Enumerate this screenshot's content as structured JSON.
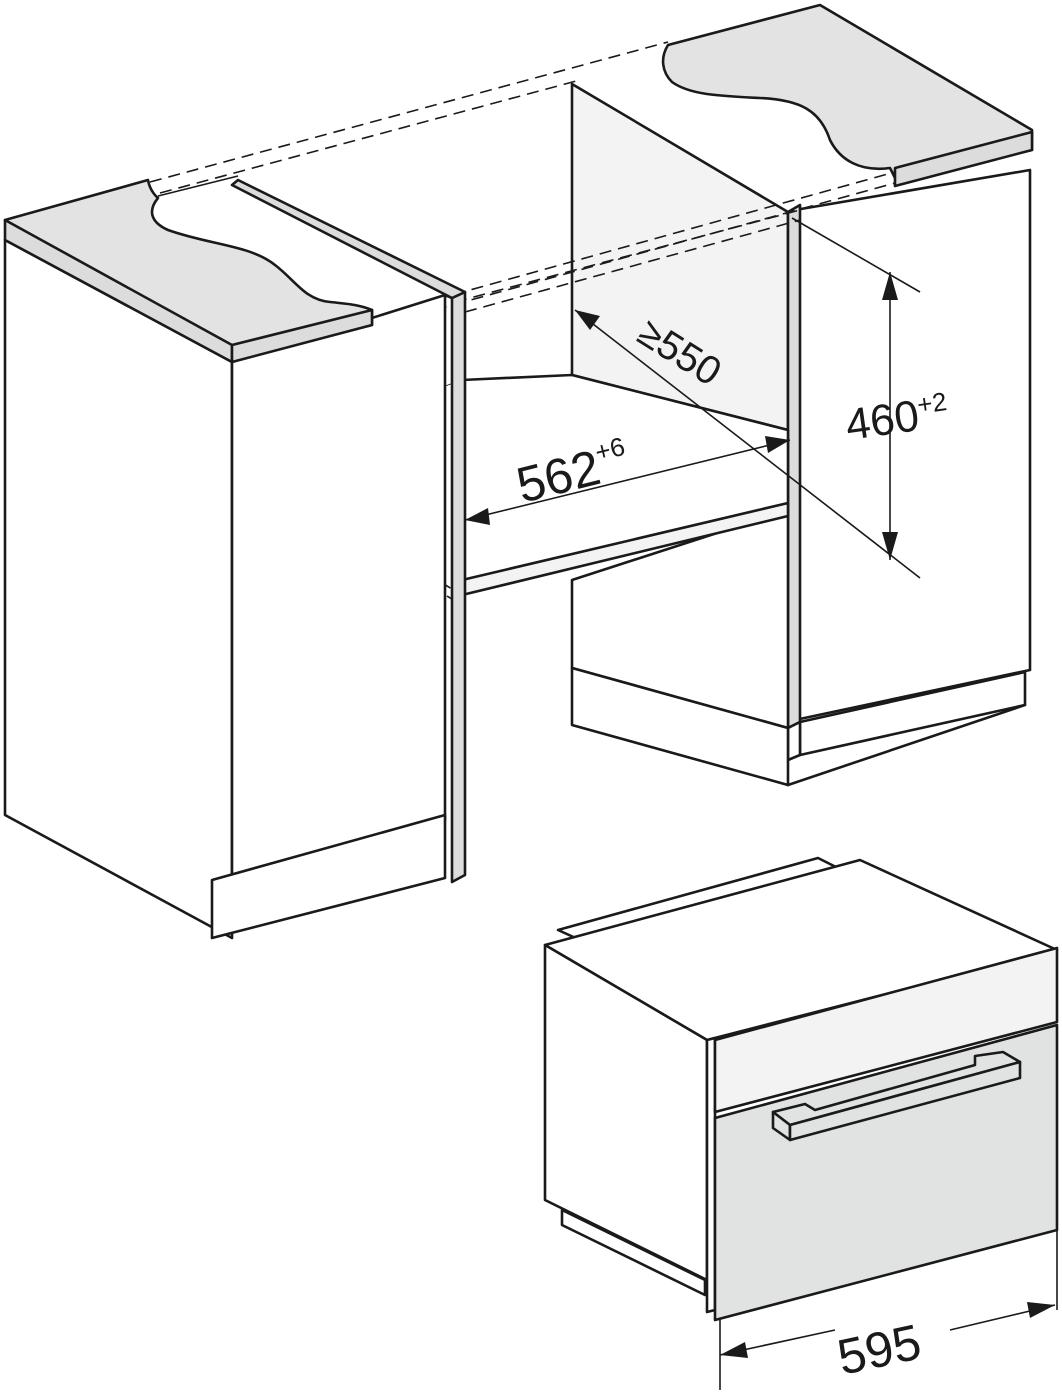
{
  "diagram": {
    "subject": "Built-in oven installation niche diagram",
    "colors": {
      "line": "#1a1a1a",
      "worktop": "#e3e3e3",
      "niche_back": "#f3f3f3",
      "oven_door": "#e1e3e2",
      "background": "#ffffff"
    },
    "dimensions": {
      "depth": {
        "value": "550",
        "prefix": "≥",
        "label": "≥550"
      },
      "width": {
        "value": "562",
        "tolerance": "+6"
      },
      "height": {
        "value": "460",
        "tolerance": "+2"
      },
      "appliance_width": {
        "value": "595"
      }
    },
    "parts": [
      "left-base-cabinet",
      "left-worktop",
      "right-tall-cabinet",
      "right-worktop",
      "niche-shelf",
      "oven-appliance",
      "oven-control-panel",
      "oven-door",
      "oven-handle"
    ]
  }
}
